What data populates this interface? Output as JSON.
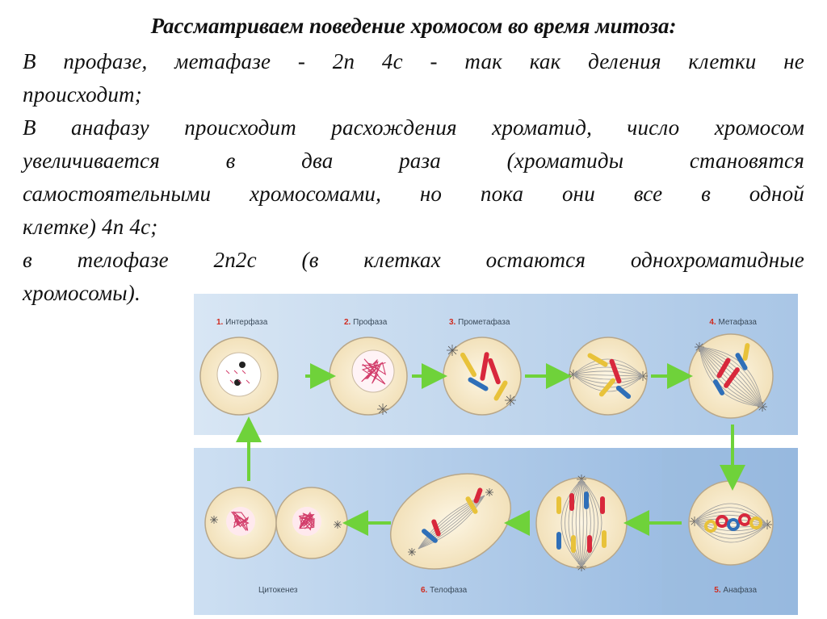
{
  "heading": "Рассматриваем поведение хромосом во время   митоза:",
  "lines": [
    "В профазе, метафазе   - 2n 4с - так как деления клетки не",
    "происходит;",
    "В анафазу происходит расхождения хроматид, число хромосом",
    "увеличивается в два раза (хроматиды становятся",
    "самостоятельными хромосомами, но пока они все в одной",
    "клетке) 4n 4с;",
    "в телофазе 2n2с (в клетках остаются однохроматидные",
    "хромосомы)."
  ],
  "diagram": {
    "top_labels": [
      {
        "num": "1.",
        "name": "Интерфаза"
      },
      {
        "num": "2.",
        "name": "Профаза"
      },
      {
        "num": "3.",
        "name": "Прометафаза"
      },
      {
        "num": "4.",
        "name": "Метафаза"
      }
    ],
    "bottom_labels": [
      {
        "num": "",
        "name": "Цитокенез"
      },
      {
        "num": "6.",
        "name": "Телофаза"
      },
      {
        "num": "5.",
        "name": "Анафаза"
      }
    ],
    "colors": {
      "panel_top": "#c5d8ee",
      "panel_bottom": "#9fbfe2",
      "cell_fill": "#f8ecd0",
      "cell_stroke": "#b8a78a",
      "arrow": "#6fd23a",
      "chromo_red": "#d8283c",
      "chromo_blue": "#2f6fb8",
      "chromo_yellow": "#e8c23a"
    }
  }
}
